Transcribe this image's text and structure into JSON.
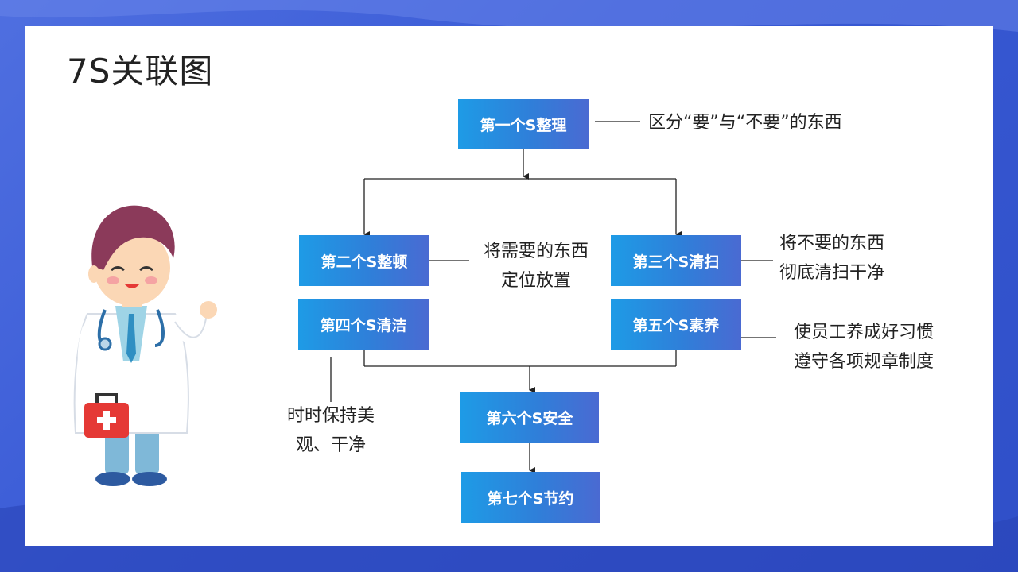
{
  "slide": {
    "title": "7S关联图"
  },
  "diagram": {
    "steps": [
      {
        "id": "s1",
        "label": "第一个S整理",
        "note": "区分“要”与“不要”的东西"
      },
      {
        "id": "s2",
        "label": "第二个S整顿",
        "note_lines": [
          "将需要的东西",
          "定位放置"
        ]
      },
      {
        "id": "s3",
        "label": "第三个S清扫",
        "note_lines": [
          "将不要的东西",
          "彻底清扫干净"
        ]
      },
      {
        "id": "s4",
        "label": "第四个S清洁",
        "note_lines": [
          "时时保持美",
          "观、干净"
        ]
      },
      {
        "id": "s5",
        "label": "第五个S素养",
        "note_lines": [
          "使员工养成好习惯",
          "遵守各项规章制度"
        ]
      },
      {
        "id": "s6",
        "label": "第六个S安全"
      },
      {
        "id": "s7",
        "label": "第七个S节约"
      }
    ],
    "colors": {
      "box_start": "#1e9be6",
      "box_end": "#4a6ad2",
      "line": "#222222",
      "background": "#3a5bd6"
    }
  },
  "illustration": {
    "icon": "doctor-illustration"
  }
}
